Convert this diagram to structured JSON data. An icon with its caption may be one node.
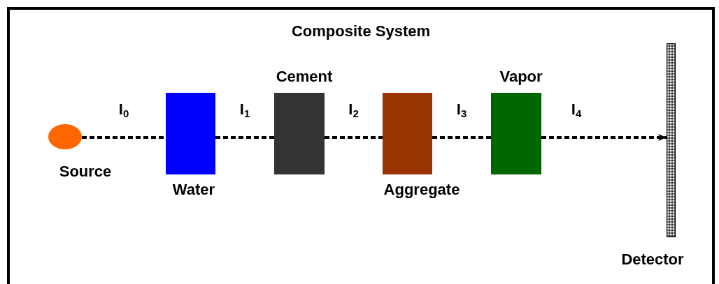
{
  "diagram": {
    "nodes": [
      {
        "text": [
          "Composite System"
        ]
      },
      {
        "text": [],
        "shape": "circle",
        "in": 0,
        "beside": [
          "Source"
        ]
      },
      {
        "text": [],
        "shape": "box",
        "in": 0,
        "beside": [
          "Water"
        ]
      },
      {
        "text": [],
        "shape": "box",
        "in": 0,
        "beside": [
          "Cement"
        ]
      },
      {
        "text": [],
        "shape": "box",
        "in": 0,
        "beside": [
          "Aggregate"
        ]
      },
      {
        "text": [],
        "shape": "box",
        "in": 0,
        "beside": [
          "Vapor"
        ]
      },
      {
        "text": [],
        "shape": "bar",
        "in": 0,
        "beside": [
          "Detector"
        ]
      }
    ],
    "edges": [
      {
        "from": 1,
        "to": 2,
        "arrow": "none",
        "style": "dashed",
        "label": "I$_{0}$"
      },
      {
        "from": 2,
        "to": 3,
        "arrow": "none",
        "style": "dashed",
        "label": "I$_{1}$"
      },
      {
        "from": 3,
        "to": 4,
        "arrow": "none",
        "style": "dashed",
        "label": "I$_{2}$"
      },
      {
        "from": 4,
        "to": 5,
        "arrow": "none",
        "style": "dashed",
        "label": "I$_{3}$"
      },
      {
        "from": 5,
        "to": 6,
        "arrow": "to",
        "style": "dashed",
        "label": "I$_{4}$"
      }
    ]
  }
}
